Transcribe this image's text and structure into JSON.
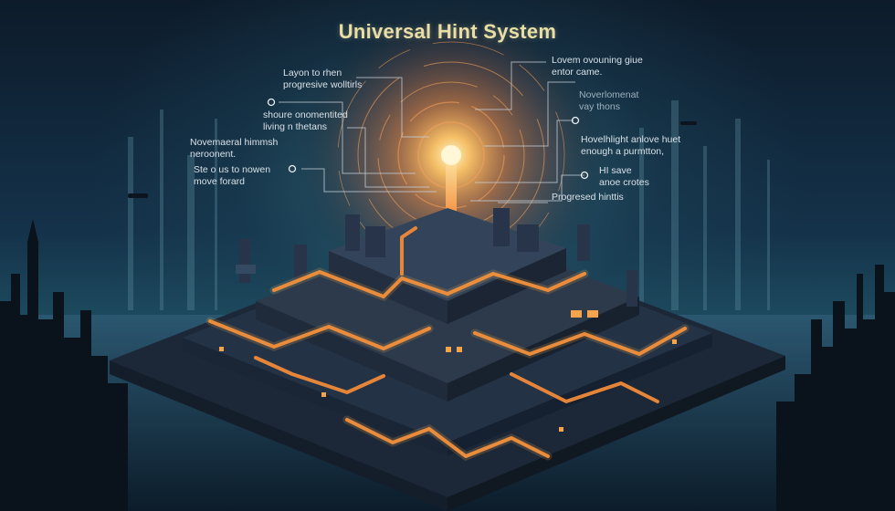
{
  "title": "Universal Hint System",
  "annotations": [
    {
      "id": "a1",
      "text": "Layon to rhen\nprogresive wolltirls"
    },
    {
      "id": "a2",
      "text": "shoure onomentited\nliving n thetans"
    },
    {
      "id": "a3",
      "text": "Novemaeral himmsh\nneroonent."
    },
    {
      "id": "a4",
      "text": "Ste o us to nowen\nmove forard"
    },
    {
      "id": "a5",
      "text": "Lovem ovouning giue\nentor came."
    },
    {
      "id": "a6",
      "text": "Noverlomenat\nvay thons"
    },
    {
      "id": "a7",
      "text": "Hovelhlight anlove huet\nenough a purmtton,"
    },
    {
      "id": "a8",
      "text": "HI save\nanoe crotes"
    },
    {
      "id": "a9",
      "text": "Progresed hinttis"
    }
  ],
  "colors": {
    "beacon": "#ffb04a",
    "path_glow": "#f08a3a",
    "title": "#e9dfa6",
    "building": "#2c3a4c"
  }
}
